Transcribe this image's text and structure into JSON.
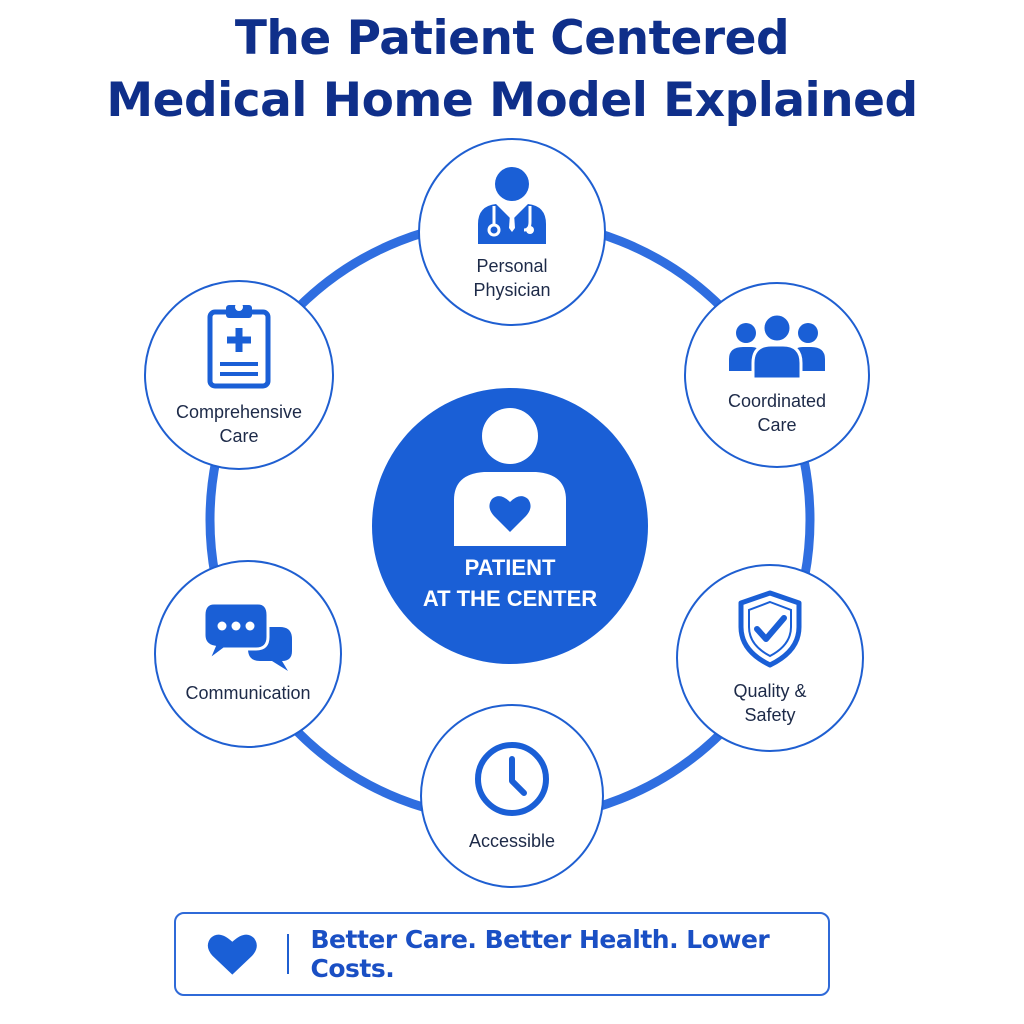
{
  "title": {
    "line1": "The Patient Centered",
    "line2": "Medical Home Model Explained"
  },
  "center": {
    "line1": "PATIENT",
    "line2": "AT THE CENTER",
    "icon": "patient-heart-icon"
  },
  "nodes": [
    {
      "line1": "Personal",
      "line2": "Physician",
      "icon": "physician-icon"
    },
    {
      "line1": "Coordinated",
      "line2": "Care",
      "icon": "team-icon"
    },
    {
      "line1": "Quality &",
      "line2": "Safety",
      "icon": "shield-check-icon"
    },
    {
      "line1": "Accessible",
      "line2": "",
      "icon": "clock-icon"
    },
    {
      "line1": "Communication",
      "line2": "",
      "icon": "chat-bubbles-icon"
    },
    {
      "line1": "Comprehensive",
      "line2": "Care",
      "icon": "clipboard-plus-icon"
    }
  ],
  "banner": {
    "tagline": "Better Care. Better Health. Lower Costs.",
    "icon": "heart-icon"
  },
  "colors": {
    "primary": "#1a5fd6",
    "title": "#0f2f8a",
    "ring": "#2f6ee0",
    "text": "#1d2a48"
  }
}
